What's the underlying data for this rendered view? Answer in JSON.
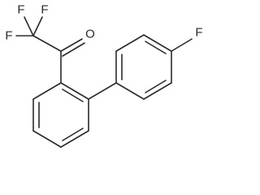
{
  "molecule": {
    "atom_labels": {
      "f_top_left": "F",
      "f_top_right": "F",
      "f_left": "F",
      "o": "O",
      "f_para": "F"
    },
    "colors": {
      "bond": "#2a2a2a",
      "label": "#2a2a2a",
      "background": "#ffffff"
    }
  }
}
